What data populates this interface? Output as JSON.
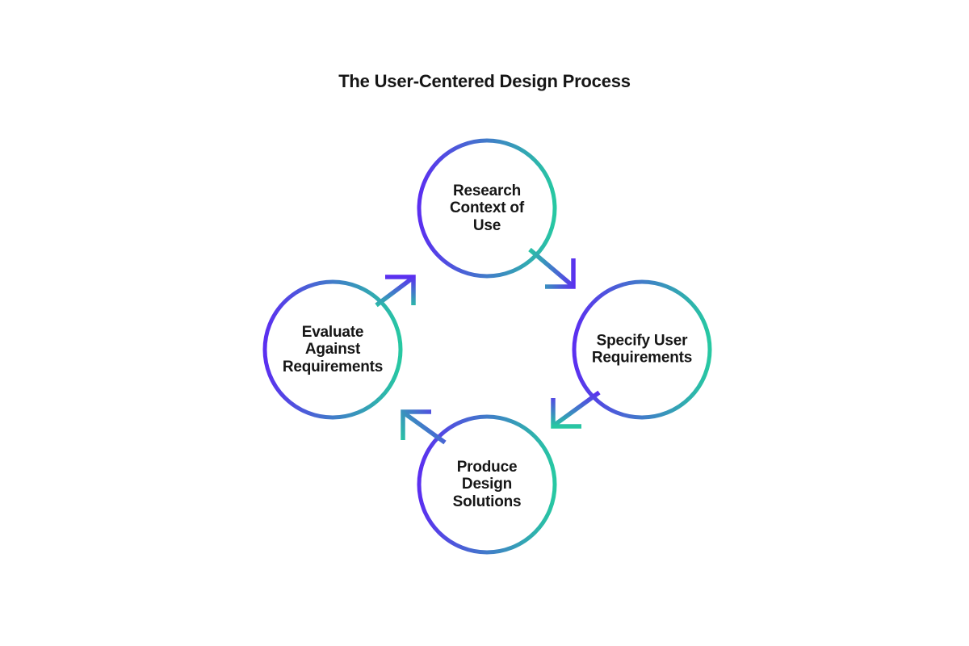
{
  "title": "The User-Centered Design Process",
  "colors": {
    "purple": "#5b2ff0",
    "teal": "#27c8a2",
    "text": "#161616",
    "background": "#ffffff"
  },
  "diagram": {
    "type": "cycle",
    "steps": [
      {
        "id": "research",
        "position": "top",
        "label": [
          "Research",
          "Context of",
          "Use"
        ]
      },
      {
        "id": "specify",
        "position": "right",
        "label": [
          "Specify User",
          "Requirements"
        ]
      },
      {
        "id": "produce",
        "position": "bottom",
        "label": [
          "Produce",
          "Design",
          "Solutions"
        ]
      },
      {
        "id": "evaluate",
        "position": "left",
        "label": [
          "Evaluate",
          "Against",
          "Requirements"
        ]
      }
    ],
    "arrows": [
      {
        "from": "research",
        "to": "specify"
      },
      {
        "from": "specify",
        "to": "produce"
      },
      {
        "from": "produce",
        "to": "evaluate"
      },
      {
        "from": "evaluate",
        "to": "research"
      }
    ]
  }
}
